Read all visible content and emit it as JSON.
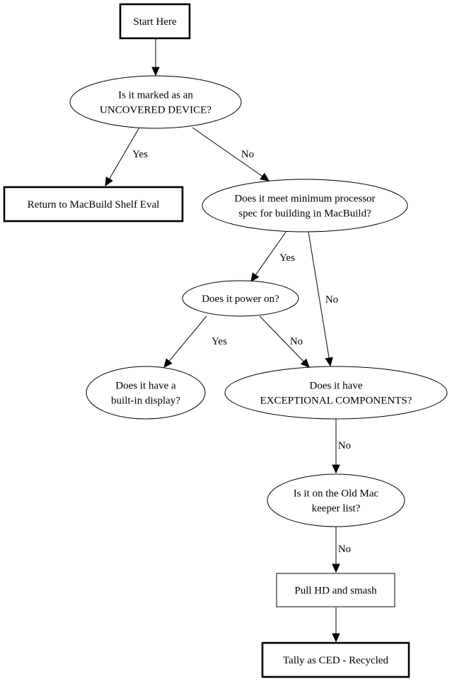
{
  "nodes": {
    "start": {
      "label": [
        "Start Here"
      ]
    },
    "uncovered": {
      "label": [
        "Is it marked as an",
        "UNCOVERED DEVICE?"
      ]
    },
    "return_shelf": {
      "label": [
        "Return to MacBuild Shelf Eval"
      ]
    },
    "min_spec": {
      "label": [
        "Does it meet minimum processor",
        "spec for building in MacBuild?"
      ]
    },
    "power_on": {
      "label": [
        "Does it power on?"
      ]
    },
    "builtin_display": {
      "label": [
        "Does it have a",
        "built-in display?"
      ]
    },
    "exceptional": {
      "label": [
        "Does it have",
        "EXCEPTIONAL COMPONENTS?"
      ]
    },
    "old_mac": {
      "label": [
        "Is it on the Old Mac",
        "keeper list?"
      ]
    },
    "pull_hd": {
      "label": [
        "Pull HD and smash"
      ]
    },
    "tally": {
      "label": [
        "Tally as CED - Recycled"
      ]
    }
  },
  "edges": [
    {
      "from": "start",
      "to": "uncovered",
      "label": ""
    },
    {
      "from": "uncovered",
      "to": "return_shelf",
      "label": "Yes"
    },
    {
      "from": "uncovered",
      "to": "min_spec",
      "label": "No"
    },
    {
      "from": "min_spec",
      "to": "power_on",
      "label": "Yes"
    },
    {
      "from": "min_spec",
      "to": "exceptional",
      "label": "No"
    },
    {
      "from": "power_on",
      "to": "builtin_display",
      "label": "Yes"
    },
    {
      "from": "power_on",
      "to": "exceptional",
      "label": "No"
    },
    {
      "from": "exceptional",
      "to": "old_mac",
      "label": "No"
    },
    {
      "from": "old_mac",
      "to": "pull_hd",
      "label": "No"
    },
    {
      "from": "pull_hd",
      "to": "tally",
      "label": ""
    }
  ]
}
